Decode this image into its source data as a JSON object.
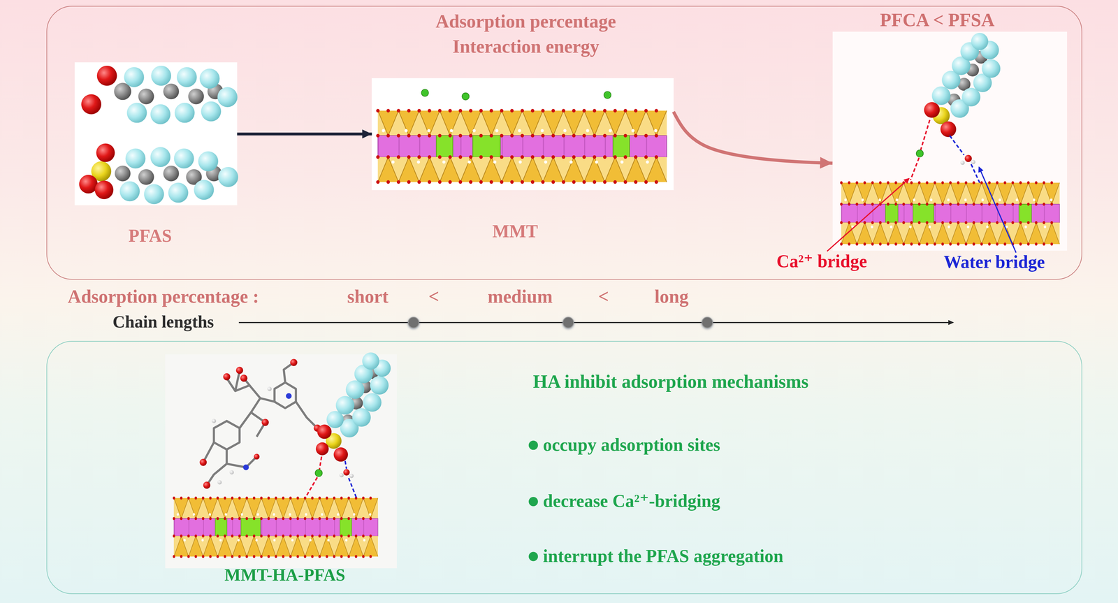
{
  "diagram": {
    "nodes": [
      {
        "text": [
          "Adsorption percentage Interaction energy"
        ]
      },
      {
        "text": [
          "PFAS"
        ],
        "in": 0
      },
      {
        "text": [
          "MMT"
        ],
        "in": 0
      },
      {
        "text": [
          "PFCA < PFSA",
          "Ca²⁺ bridge",
          "Water bridge"
        ],
        "in": 0
      },
      {
        "text": [
          "HA inhibit adsorption mechanisms",
          "occupy adsorption sites",
          "decrease Ca²⁺-bridging",
          "interrupt the PFAS aggregation"
        ]
      },
      {
        "text": [
          "MMT-HA-PFAS"
        ],
        "in": 4
      }
    ],
    "edges": [
      {
        "from": 1,
        "to": 2,
        "arrow": "to"
      },
      {
        "from": 2,
        "to": 3,
        "arrow": "to"
      }
    ],
    "labels": [
      "Adsorption percentage :",
      "short",
      "<",
      "medium",
      "<",
      "long",
      "Chain lengths"
    ]
  }
}
